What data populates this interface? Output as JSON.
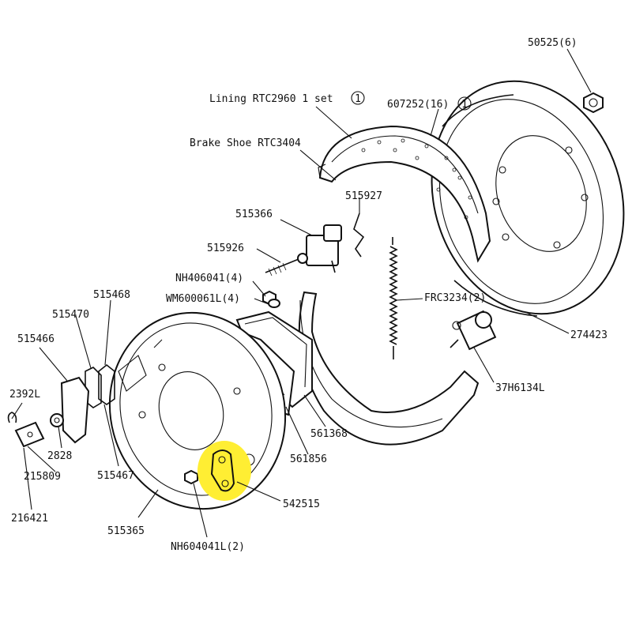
{
  "labels": {
    "nut_50525": "50525(6)",
    "lining": "Lining RTC2960 1 set",
    "lining_ref": "1",
    "rivet_607252": "607252(16)",
    "rivet_ref": "1",
    "brake_shoe": "Brake Shoe RTC3404",
    "clip_515927": "515927",
    "adjuster_515366": "515366",
    "bolt_515926": "515926",
    "nut_nh406041": "NH406041(4)",
    "washer_wm600061l": "WM600061L(4)",
    "spring_frc3234": "FRC3234(2)",
    "drum_274423": "274423",
    "clip_515468": "515468",
    "clip_515470": "515470",
    "plate_515466": "515466",
    "pin_2392l": "2392L",
    "wheel_cylinder_37h6134l": "37H6134L",
    "shoe_561368": "561368",
    "lining_561856": "561856",
    "bush_2828": "2828",
    "clevis_215809": "215809",
    "clip_515467": "515467",
    "bracket_542515": "542515",
    "fork_216421": "216421",
    "backplate_515365": "515365",
    "nut_nh604041l": "NH604041L(2)"
  },
  "highlight_color": "#ffee33",
  "line_color": "#111111"
}
